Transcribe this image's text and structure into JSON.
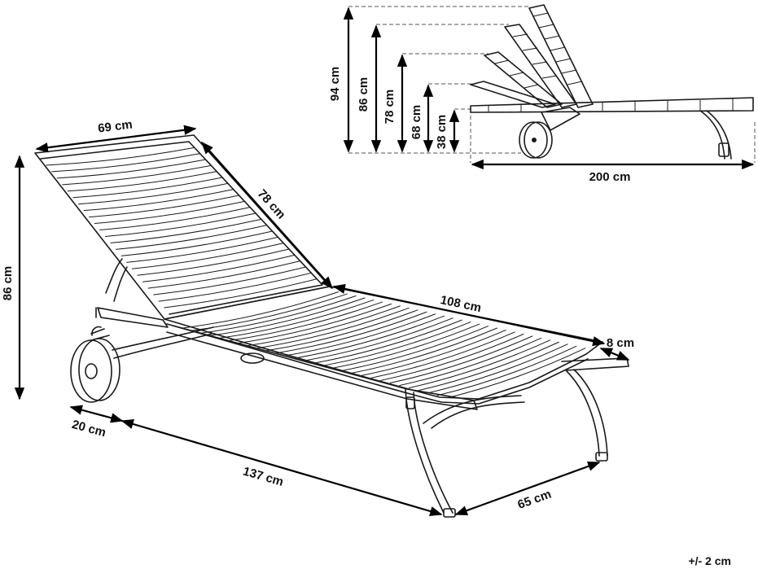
{
  "dimensions": {
    "side_view": {
      "heights": [
        "94 cm",
        "86 cm",
        "78 cm",
        "68 cm",
        "38 cm"
      ],
      "length": "200 cm"
    },
    "main_view": {
      "backrest_width": "69 cm",
      "backrest_length": "78 cm",
      "seat_length": "108 cm",
      "frame_margin": "8 cm",
      "total_height": "86 cm",
      "wheel_offset": "20 cm",
      "frame_length": "137 cm",
      "frame_width": "65 cm"
    }
  },
  "tolerance": "+/- 2 cm"
}
